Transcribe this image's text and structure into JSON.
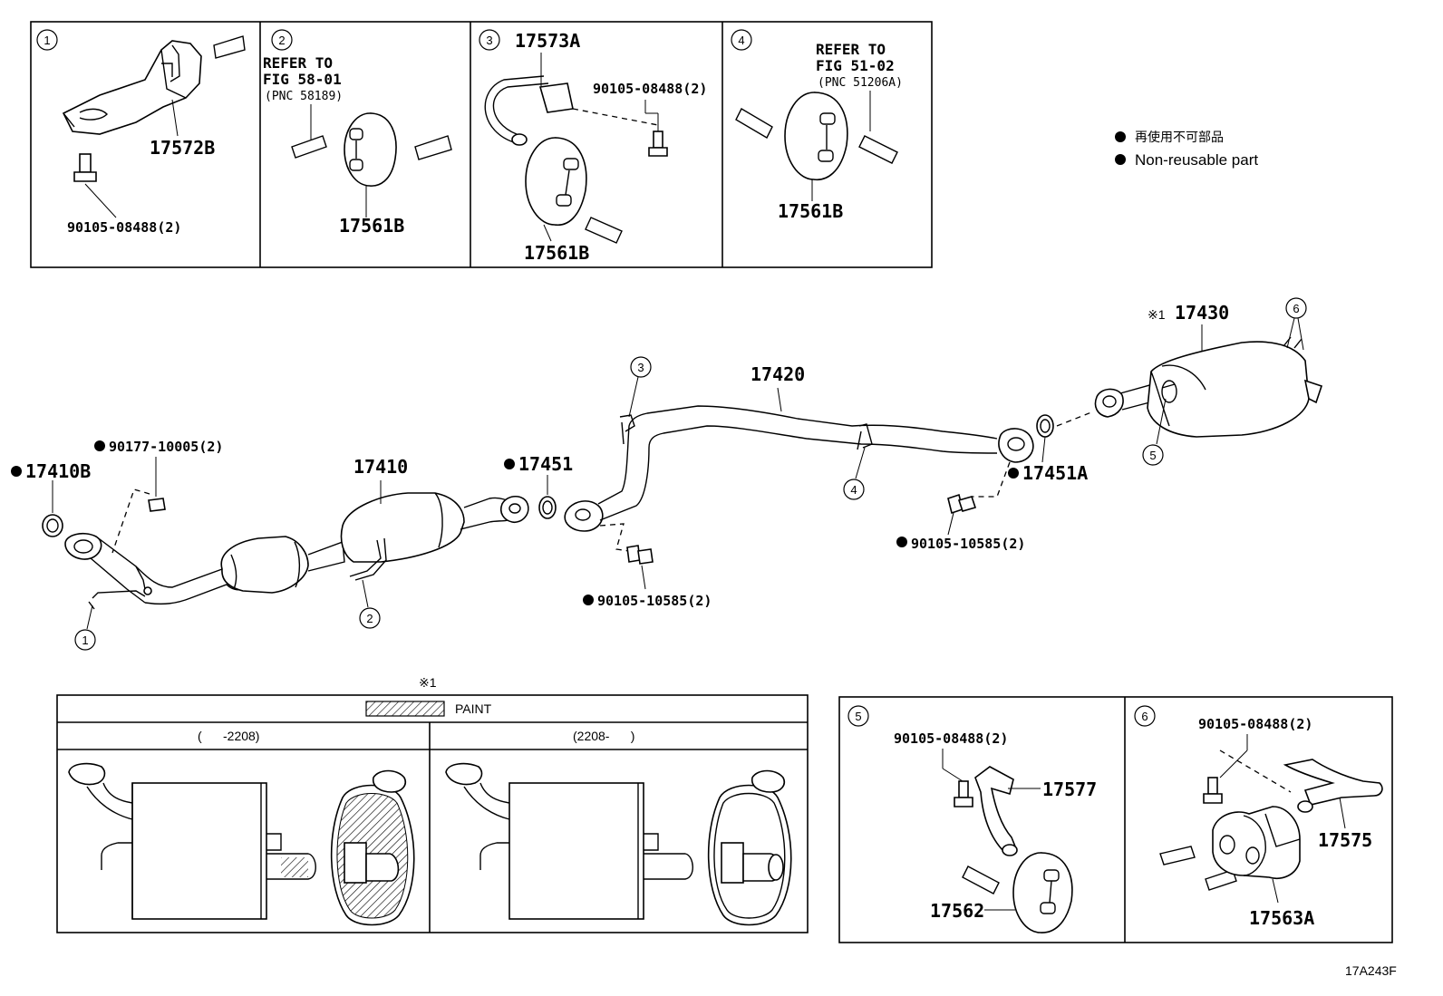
{
  "legend": {
    "jp": "再使用不可部品",
    "en": "Non-reusable part"
  },
  "figure_code": "17A243F",
  "inset_top": [
    {
      "no": "1",
      "parts": [
        "17572B",
        "90105-08488(2)"
      ]
    },
    {
      "no": "2",
      "refer": [
        "REFER TO",
        "FIG 58-01",
        "(PNC 58189)"
      ],
      "parts": [
        "17561B"
      ]
    },
    {
      "no": "3",
      "parts": [
        "17573A",
        "90105-08488(2)",
        "17561B"
      ]
    },
    {
      "no": "4",
      "refer": [
        "REFER TO",
        "FIG 51-02",
        "(PNC 51206A)"
      ],
      "parts": [
        "17561B"
      ]
    }
  ],
  "main": {
    "p17410B": "17410B",
    "p90177": "90177-10005(2)",
    "p17410": "17410",
    "p17451": "17451",
    "p17420": "17420",
    "p17451A": "17451A",
    "p90105a": "90105-10585(2)",
    "p90105b": "90105-10585(2)",
    "p17430": "17430",
    "note_mark": "※1",
    "callouts": [
      "1",
      "2",
      "3",
      "4",
      "5",
      "6"
    ]
  },
  "paint_table": {
    "mark": "※1",
    "paint_label": "PAINT",
    "col_left": "(      -2208)",
    "col_right": "(2208-      )"
  },
  "inset_bottom": [
    {
      "no": "5",
      "parts": [
        "90105-08488(2)",
        "17577",
        "17562"
      ]
    },
    {
      "no": "6",
      "parts": [
        "90105-08488(2)",
        "17575",
        "17563A"
      ]
    }
  ]
}
